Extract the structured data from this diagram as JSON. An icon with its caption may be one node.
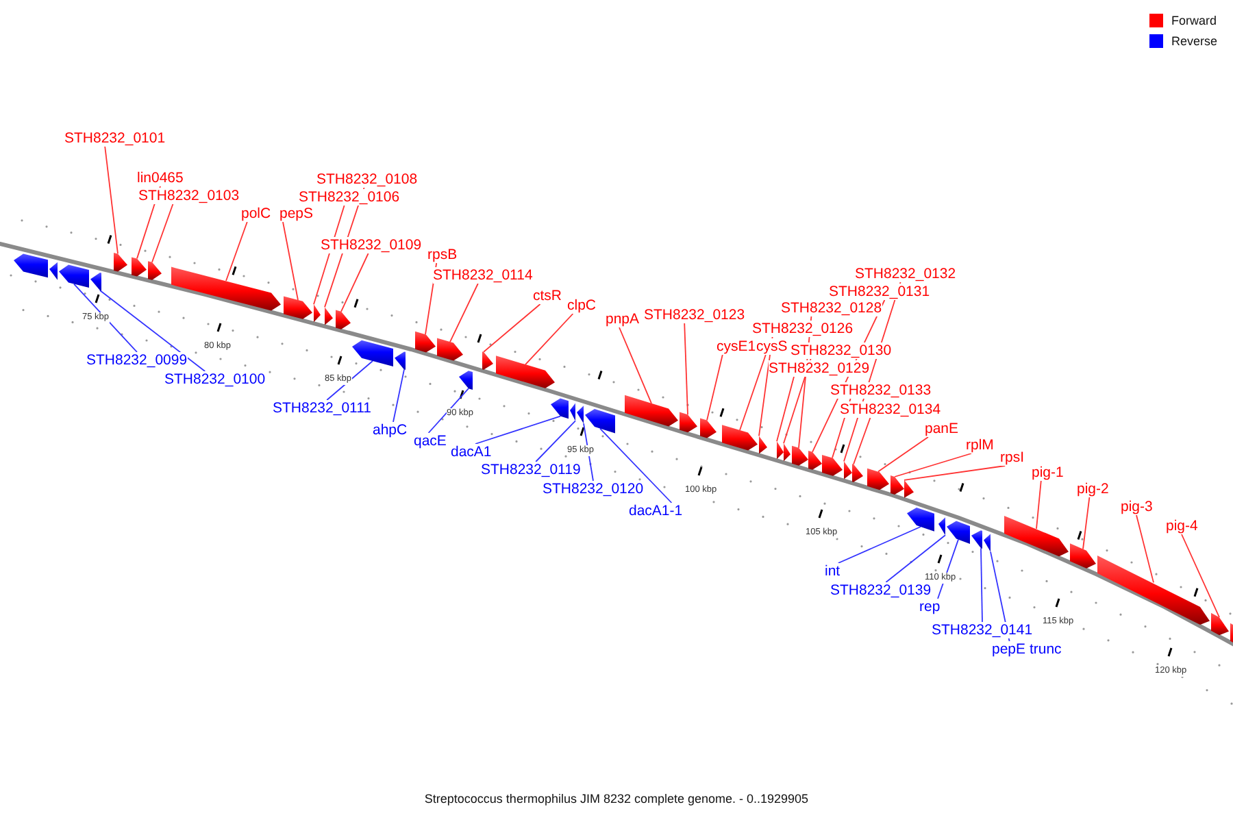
{
  "diagram": {
    "caption": "Streptococcus thermophilus JIM 8232 complete genome. - 0..1929905",
    "nodes": [
      {
        "text": [
          "STH8232_0101"
        ]
      },
      {
        "text": [
          "lin0465"
        ]
      },
      {
        "text": [
          "STH8232_0103"
        ]
      },
      {
        "text": [
          "polC"
        ]
      },
      {
        "text": [
          "pepS"
        ]
      },
      {
        "text": [
          "STH8232_0108"
        ]
      },
      {
        "text": [
          "STH8232_0106"
        ]
      },
      {
        "text": [
          "STH8232_0109"
        ]
      },
      {
        "text": [
          "rpsB"
        ]
      },
      {
        "text": [
          "STH8232_0114"
        ]
      },
      {
        "text": [
          "ctsR"
        ]
      },
      {
        "text": [
          "clpC"
        ]
      },
      {
        "text": [
          "pnpA"
        ]
      },
      {
        "text": [
          "STH8232_0123"
        ]
      },
      {
        "text": [
          "cysE1"
        ]
      },
      {
        "text": [
          "cysS"
        ]
      },
      {
        "text": [
          "STH8232_0126"
        ]
      },
      {
        "text": [
          "STH8232_0128"
        ]
      },
      {
        "text": [
          "STH8232_0130"
        ]
      },
      {
        "text": [
          "STH8232_0129"
        ]
      },
      {
        "text": [
          "STH8232_0131"
        ]
      },
      {
        "text": [
          "STH8232_0132"
        ]
      },
      {
        "text": [
          "STH8232_0133"
        ]
      },
      {
        "text": [
          "STH8232_0134"
        ]
      },
      {
        "text": [
          "panE"
        ]
      },
      {
        "text": [
          "rplM"
        ]
      },
      {
        "text": [
          "rpsI"
        ]
      },
      {
        "text": [
          "pig-1"
        ]
      },
      {
        "text": [
          "pig-2"
        ]
      },
      {
        "text": [
          "pig-3"
        ]
      },
      {
        "text": [
          "pig-4"
        ]
      },
      {
        "text": [
          "STH8232_0099"
        ]
      },
      {
        "text": [
          "STH8232_0100"
        ]
      },
      {
        "text": [
          "STH8232_0111"
        ]
      },
      {
        "text": [
          "ahpC"
        ]
      },
      {
        "text": [
          "qacE"
        ]
      },
      {
        "text": [
          "dacA1"
        ]
      },
      {
        "text": [
          "STH8232_0119"
        ]
      },
      {
        "text": [
          "STH8232_0120"
        ]
      },
      {
        "text": [
          "dacA1-1"
        ]
      },
      {
        "text": [
          "int"
        ]
      },
      {
        "text": [
          "STH8232_0139"
        ]
      },
      {
        "text": [
          "rep"
        ]
      },
      {
        "text": [
          "STH8232_0141"
        ]
      },
      {
        "text": [
          "pepE trunc"
        ]
      },
      {
        "text": [],
        "shape": "arrow"
      },
      {
        "text": [],
        "shape": "arrow"
      },
      {
        "text": [],
        "shape": "arrow"
      },
      {
        "text": [],
        "shape": "arrow"
      },
      {
        "text": [],
        "shape": "arrow"
      },
      {
        "text": [],
        "shape": "arrow"
      },
      {
        "text": [],
        "shape": "arrow"
      },
      {
        "text": [],
        "shape": "arrow"
      },
      {
        "text": [],
        "shape": "arrow"
      },
      {
        "text": [],
        "shape": "arrow"
      },
      {
        "text": [],
        "shape": "arrow"
      },
      {
        "text": [],
        "shape": "arrow"
      },
      {
        "text": [],
        "shape": "arrow"
      },
      {
        "text": [],
        "shape": "arrow"
      },
      {
        "text": [],
        "shape": "arrow"
      },
      {
        "text": [],
        "shape": "arrow"
      },
      {
        "text": [],
        "shape": "arrow"
      },
      {
        "text": [],
        "shape": "arrow"
      },
      {
        "text": [],
        "shape": "arrow"
      },
      {
        "text": [],
        "shape": "arrow"
      },
      {
        "text": [],
        "shape": "arrow"
      },
      {
        "text": [],
        "shape": "arrow"
      },
      {
        "text": [],
        "shape": "arrow"
      },
      {
        "text": [],
        "shape": "arrow"
      },
      {
        "text": [],
        "shape": "arrow"
      },
      {
        "text": [],
        "shape": "arrow"
      },
      {
        "text": [],
        "shape": "arrow"
      },
      {
        "text": [],
        "shape": "arrow"
      },
      {
        "text": [],
        "shape": "arrow"
      },
      {
        "text": [],
        "shape": "arrow"
      },
      {
        "text": [],
        "shape": "arrow"
      },
      {
        "text": [],
        "shape": "arrow"
      },
      {
        "text": [],
        "shape": "arrow"
      },
      {
        "text": [],
        "shape": "arrow"
      },
      {
        "text": [],
        "shape": "arrow"
      },
      {
        "text": [],
        "shape": "arrow"
      },
      {
        "text": [],
        "shape": "arrow"
      },
      {
        "text": [],
        "shape": "arrow"
      },
      {
        "text": [],
        "shape": "arrow"
      },
      {
        "text": [],
        "shape": "arrow"
      },
      {
        "text": [],
        "shape": "arrow"
      },
      {
        "text": [],
        "shape": "arrow"
      },
      {
        "text": [],
        "shape": "arrow"
      },
      {
        "text": [],
        "shape": "arrow"
      },
      {
        "text": [],
        "shape": "arrow"
      },
      {
        "text": [],
        "shape": "arrow"
      },
      {
        "text": [],
        "shape": "arrow"
      },
      {
        "text": [],
        "shape": "arrow"
      }
    ],
    "edges": [
      {
        "from": 0,
        "to": 49,
        "arrow": "none"
      },
      {
        "from": 1,
        "to": 50,
        "arrow": "none"
      },
      {
        "from": 2,
        "to": 51,
        "arrow": "none"
      },
      {
        "from": 3,
        "to": 52,
        "arrow": "none"
      },
      {
        "from": 4,
        "to": 53,
        "arrow": "none"
      },
      {
        "from": 5,
        "to": 55,
        "arrow": "none"
      },
      {
        "from": 6,
        "to": 54,
        "arrow": "none"
      },
      {
        "from": 7,
        "to": 56,
        "arrow": "none"
      },
      {
        "from": 8,
        "to": 59,
        "arrow": "none"
      },
      {
        "from": 9,
        "to": 60,
        "arrow": "none"
      },
      {
        "from": 10,
        "to": 62,
        "arrow": "none"
      },
      {
        "from": 11,
        "to": 63,
        "arrow": "none"
      },
      {
        "from": 12,
        "to": 68,
        "arrow": "none"
      },
      {
        "from": 13,
        "to": 69,
        "arrow": "none"
      },
      {
        "from": 14,
        "to": 70,
        "arrow": "none"
      },
      {
        "from": 15,
        "to": 71,
        "arrow": "none"
      },
      {
        "from": 16,
        "to": 72,
        "arrow": "none"
      },
      {
        "from": 17,
        "to": 75,
        "arrow": "none"
      },
      {
        "from": 18,
        "to": 74,
        "arrow": "none"
      },
      {
        "from": 19,
        "to": 73,
        "arrow": "none"
      },
      {
        "from": 20,
        "to": 76,
        "arrow": "none"
      },
      {
        "from": 21,
        "to": 78,
        "arrow": "none"
      },
      {
        "from": 22,
        "to": 77,
        "arrow": "none"
      },
      {
        "from": 23,
        "to": 79,
        "arrow": "none"
      },
      {
        "from": 24,
        "to": 80,
        "arrow": "none"
      },
      {
        "from": 25,
        "to": 81,
        "arrow": "none"
      },
      {
        "from": 26,
        "to": 82,
        "arrow": "none"
      },
      {
        "from": 27,
        "to": 88,
        "arrow": "none"
      },
      {
        "from": 28,
        "to": 89,
        "arrow": "none"
      },
      {
        "from": 29,
        "to": 90,
        "arrow": "none"
      },
      {
        "from": 30,
        "to": 91,
        "arrow": "none"
      },
      {
        "from": 31,
        "to": 47,
        "arrow": "none",
        "color": "#3333ff"
      },
      {
        "from": 32,
        "to": 48,
        "arrow": "none",
        "color": "#3333ff"
      },
      {
        "from": 33,
        "to": 57,
        "arrow": "none",
        "color": "#3333ff"
      },
      {
        "from": 34,
        "to": 58,
        "arrow": "none",
        "color": "#3333ff"
      },
      {
        "from": 35,
        "to": 61,
        "arrow": "none",
        "color": "#3333ff"
      },
      {
        "from": 36,
        "to": 64,
        "arrow": "none",
        "color": "#3333ff"
      },
      {
        "from": 37,
        "to": 65,
        "arrow": "none",
        "color": "#3333ff"
      },
      {
        "from": 38,
        "to": 66,
        "arrow": "none",
        "color": "#3333ff"
      },
      {
        "from": 39,
        "to": 67,
        "arrow": "none",
        "color": "#3333ff"
      },
      {
        "from": 40,
        "to": 83,
        "arrow": "none",
        "color": "#3333ff"
      },
      {
        "from": 41,
        "to": 84,
        "arrow": "none",
        "color": "#3333ff"
      },
      {
        "from": 42,
        "to": 85,
        "arrow": "none",
        "color": "#3333ff"
      },
      {
        "from": 43,
        "to": 86,
        "arrow": "none",
        "color": "#3333ff"
      },
      {
        "from": 44,
        "to": 87,
        "arrow": "none",
        "color": "#3333ff"
      }
    ],
    "labels": [
      "75 kbp",
      "80 kbp",
      "85 kbp",
      "90 kbp",
      "95 kbp",
      "100 kbp",
      "105 kbp",
      "110 kbp",
      "115 kbp",
      "120 kbp"
    ],
    "legend": [
      {
        "text": "Forward",
        "color": "#ff0000"
      },
      {
        "text": "Reverse",
        "color": "#0000ff"
      }
    ]
  }
}
